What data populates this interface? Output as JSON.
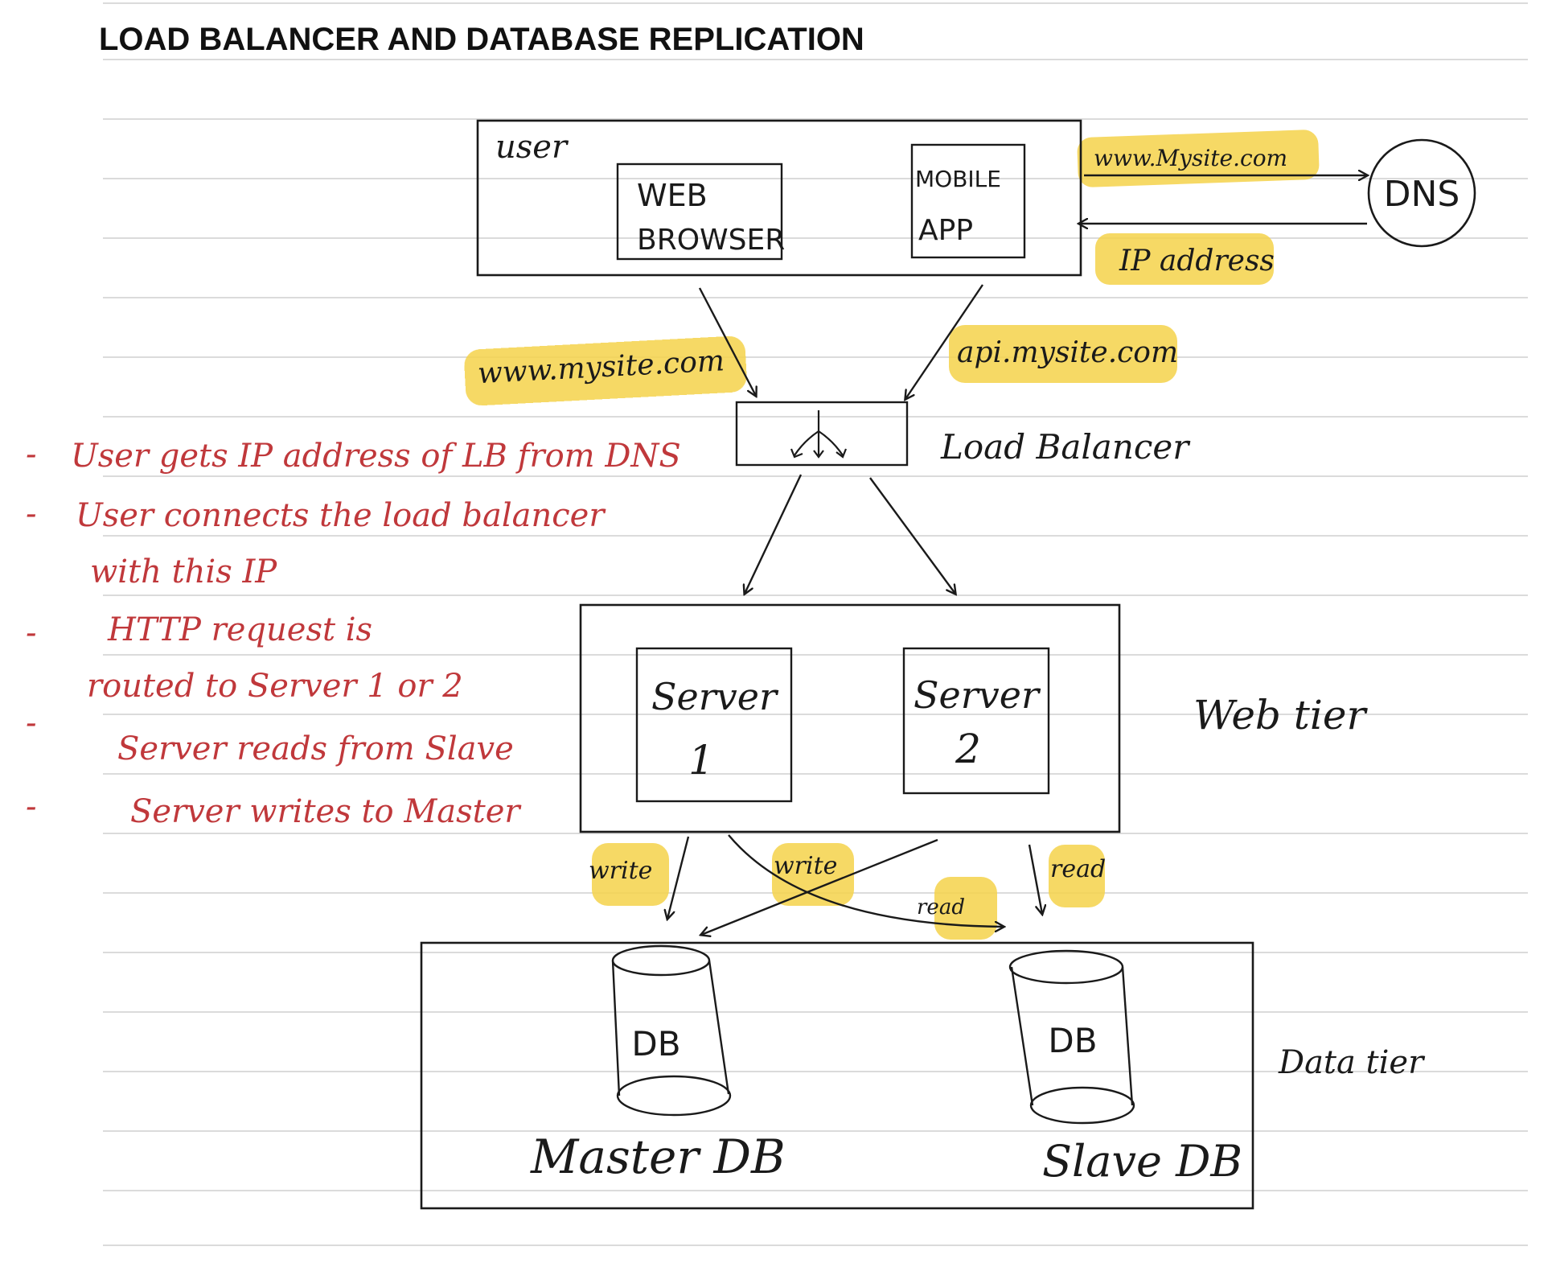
{
  "title": "LOAD BALANCER AND DATABASE REPLICATION",
  "user_box": {
    "label": "user",
    "web_browser": [
      "WEB",
      "BROWSER"
    ],
    "mobile_app": [
      "MOBILE",
      "APP"
    ]
  },
  "dns": {
    "label": "DNS",
    "request_label": "www.Mysite.com",
    "response_label": "IP address"
  },
  "requests": {
    "web_label": "www.mysite.com",
    "api_label": "api.mysite.com"
  },
  "load_balancer": {
    "label": "Load Balancer"
  },
  "web_tier": {
    "label": "Web tier",
    "server1": [
      "Server",
      "1"
    ],
    "server2": [
      "Server",
      "2"
    ]
  },
  "connections": {
    "write_left": "write",
    "write_cross": "write",
    "read_cross": "read",
    "read_right": "read"
  },
  "data_tier": {
    "label": "Data tier",
    "master_db_label": "DB",
    "slave_db_label": "DB",
    "master_caption": "Master DB",
    "slave_caption": "Slave DB"
  },
  "notes": [
    "User gets IP address of LB from DNS",
    "User connects the load balancer",
    "with this IP",
    "HTTP request is",
    "routed to Server 1 or 2",
    "Server reads from Slave",
    "Server writes to Master"
  ],
  "colors": {
    "ink": "#1a1a1a",
    "note_red": "#c0383b",
    "highlight": "#f5d24a",
    "rule_line": "#c8c8c8"
  }
}
